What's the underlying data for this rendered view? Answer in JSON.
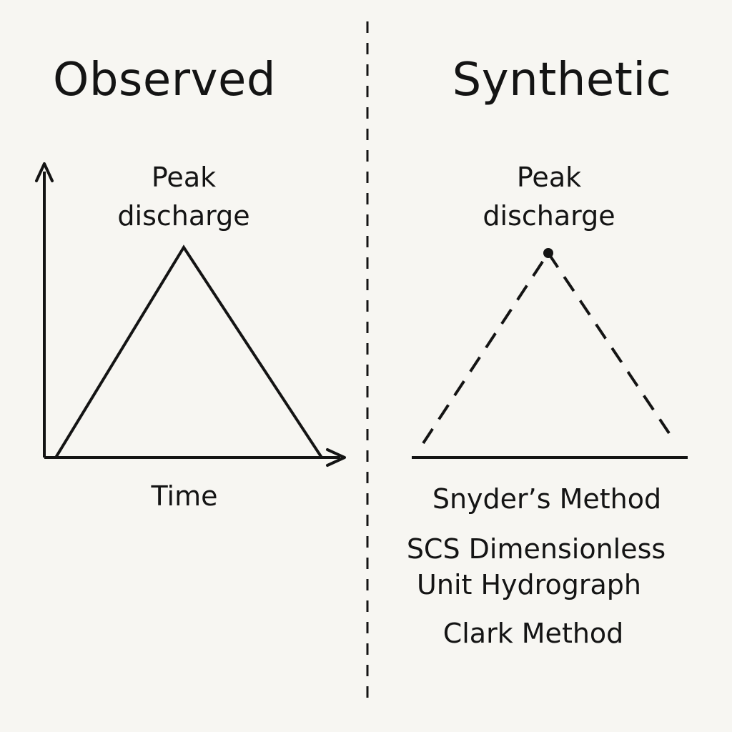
{
  "observed": {
    "title": "Observed",
    "peak_label_line1": "Peak",
    "peak_label_line2": "discharge",
    "x_label": "Time"
  },
  "synthetic": {
    "title": "Synthetic",
    "peak_label_line1": "Peak",
    "peak_label_line2": "discharge",
    "methods": [
      "Snyder’s Method",
      "SCS Dimensionless",
      "Unit Hydrograph",
      "Clark Method"
    ]
  },
  "colors": {
    "background": "#f7f6f2",
    "ink": "#141414"
  }
}
